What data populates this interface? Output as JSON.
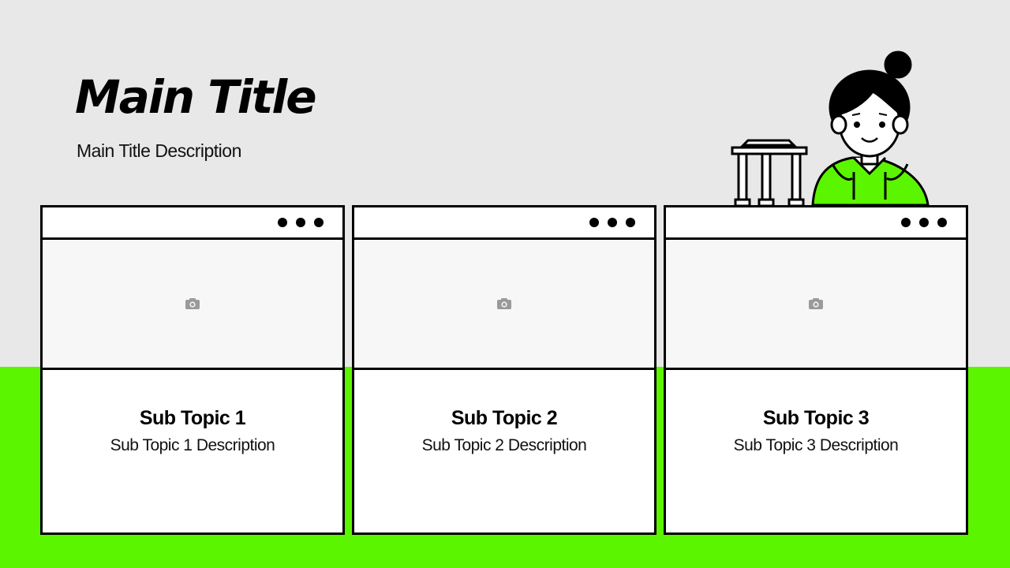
{
  "header": {
    "title": "Main Title",
    "description": "Main Title Description"
  },
  "cards": [
    {
      "title": "Sub Topic 1",
      "description": "Sub Topic 1 Description",
      "image_icon": "camera-icon"
    },
    {
      "title": "Sub Topic 2",
      "description": "Sub Topic 2 Description",
      "image_icon": "camera-icon"
    },
    {
      "title": "Sub Topic 3",
      "description": "Sub Topic 3 Description",
      "image_icon": "camera-icon"
    }
  ],
  "colors": {
    "accent": "#5cf500",
    "background": "#e8e8e8",
    "outline": "#000000"
  }
}
